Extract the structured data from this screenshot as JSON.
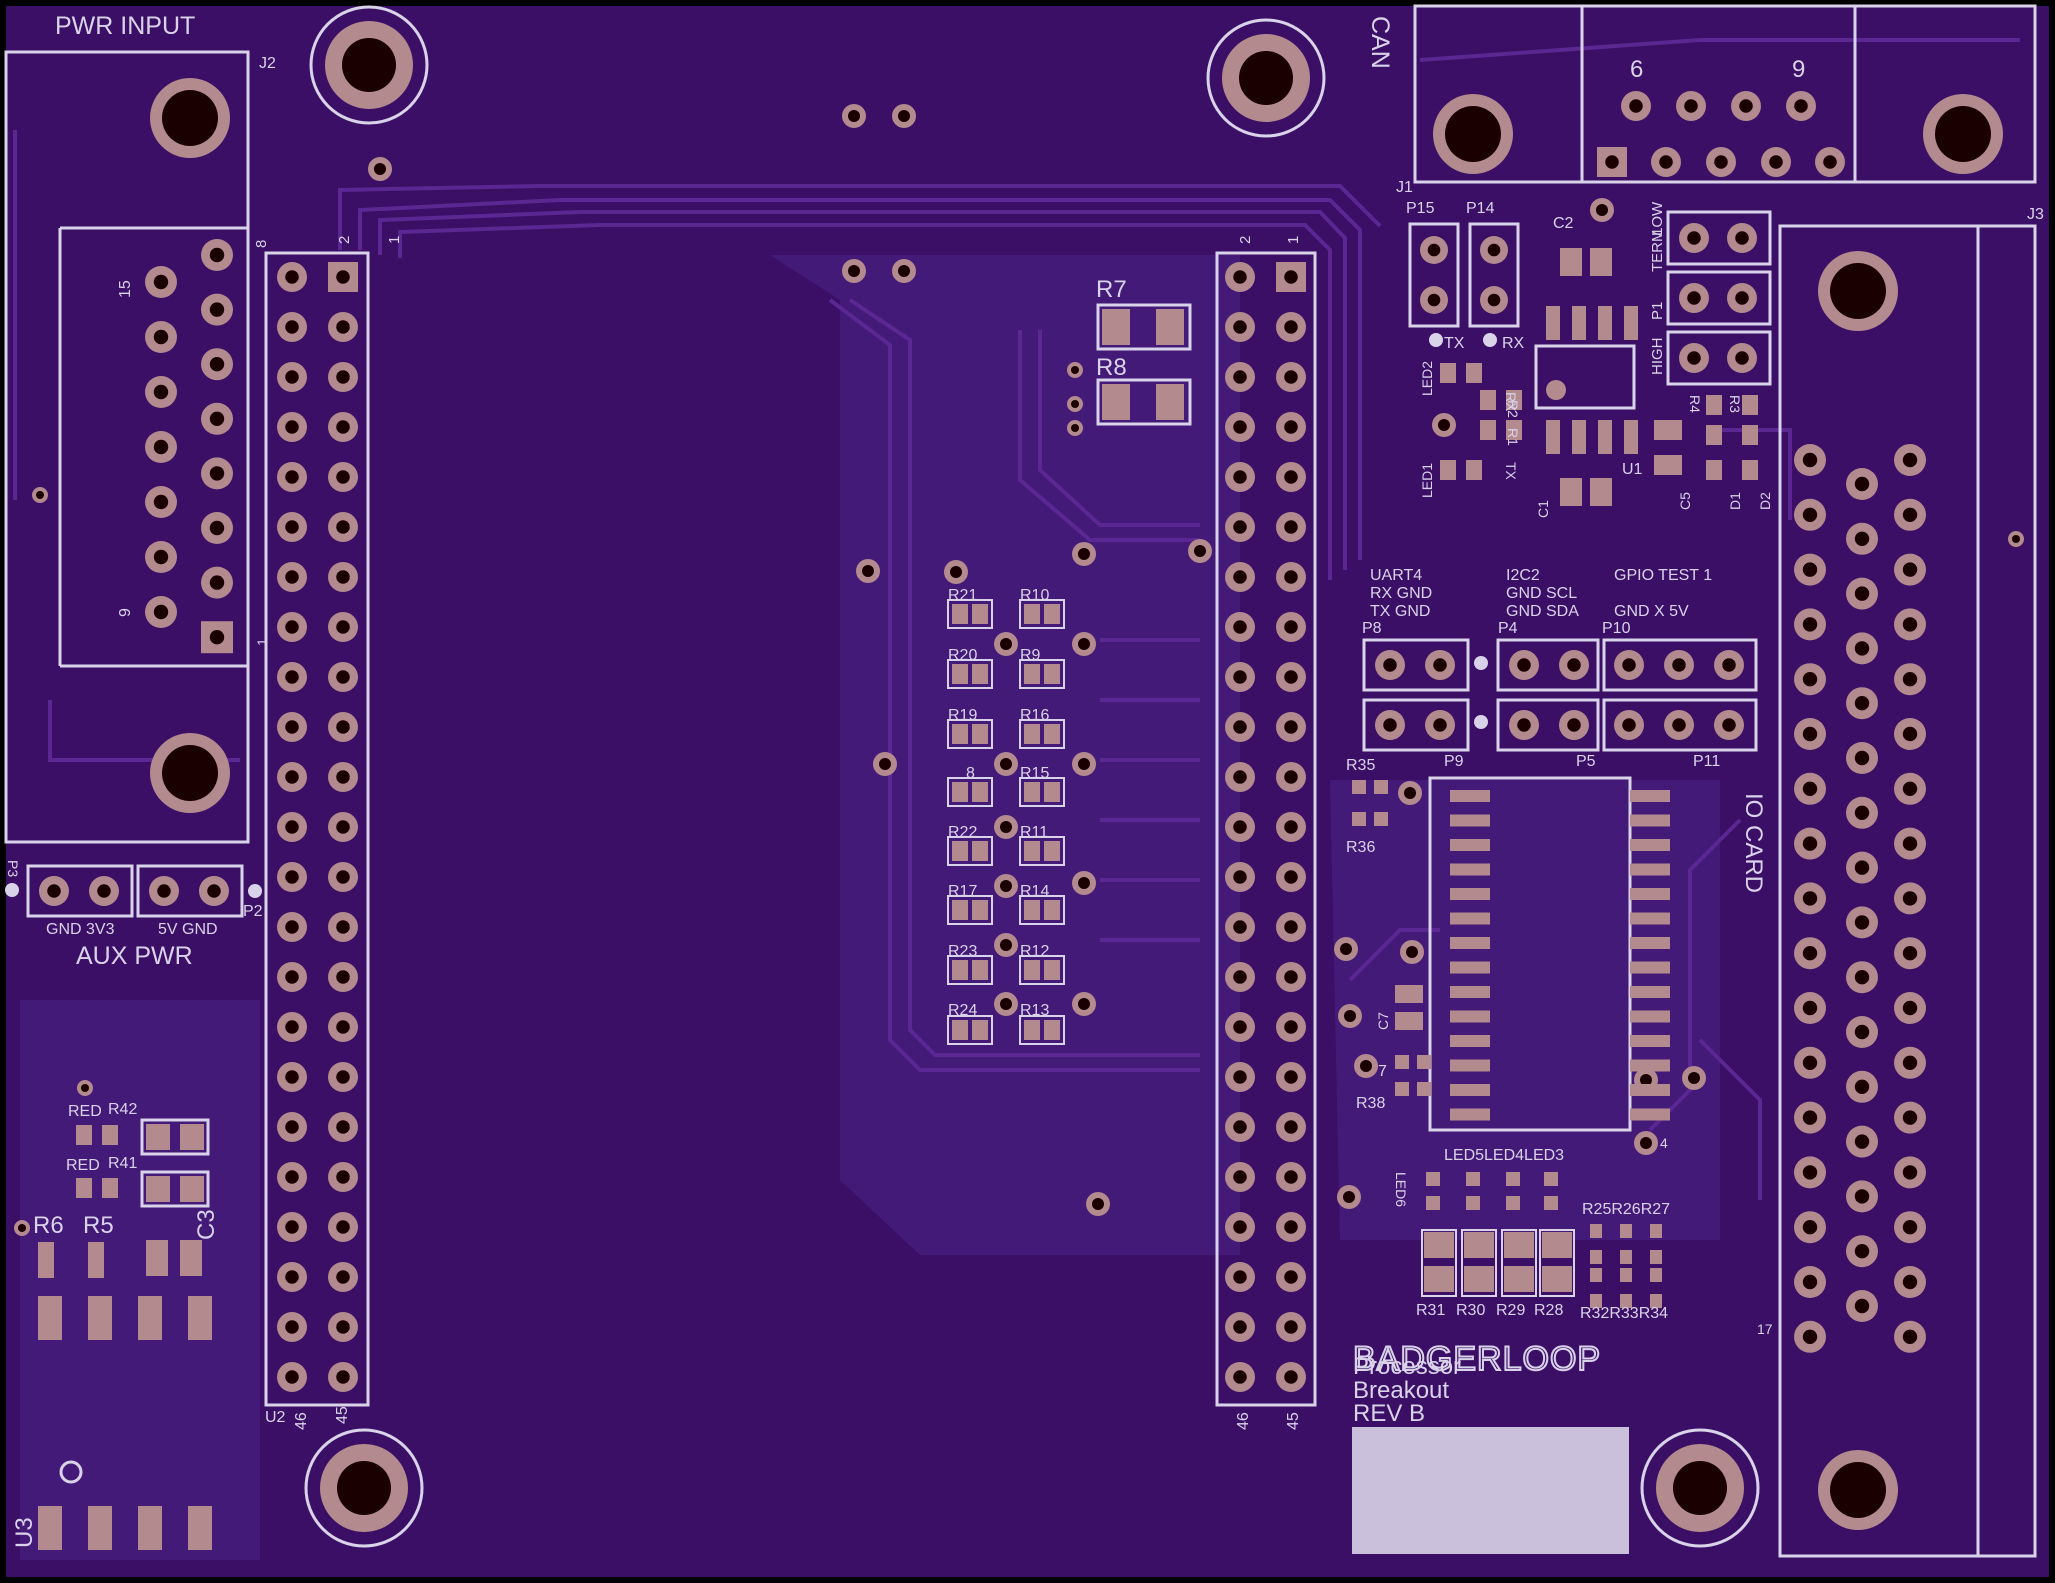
{
  "colors": {
    "board": "#3b0f66",
    "pour": "#441a78",
    "trace": "#5a2793",
    "silkscreen": "#d9d3ea",
    "pad": "#b38a8e",
    "drill": "#1a0000",
    "border": "#000000"
  },
  "labels": {
    "pwr_input": "PWR INPUT",
    "j2": "J2",
    "can": "CAN",
    "j1": "J1",
    "j3": "J3",
    "db9_6": "6",
    "db9_9": "9",
    "p15": "P15",
    "p14": "P14",
    "c2": "C2",
    "term": "TERM",
    "low": "LOW",
    "high": "HIGH",
    "p1": "P1",
    "tx": "TX",
    "rx": "RX",
    "led2": "LED2",
    "led1": "LED1",
    "r2": "R2",
    "r1": "R1",
    "u1": "U1",
    "c1": "C1",
    "c5": "C5",
    "d1": "D1",
    "d2": "D2",
    "r4": "R4",
    "r3": "R3",
    "r7": "R7",
    "r8": "R8",
    "j2_15": "15",
    "j2_9": "9",
    "j2_1": "1",
    "u2_pin8": "8",
    "u2_pin2": "2",
    "u2_pin1": "1",
    "u2": "U2",
    "u2_46": "46",
    "u2_45": "45",
    "mid_2": "2",
    "mid_1": "1",
    "mid_46": "46",
    "mid_45": "45",
    "p3": "P3",
    "p2": "P2",
    "gnd_3v3": "GND 3V3",
    "5v_gnd": "5V  GND",
    "aux_pwr": "AUX PWR",
    "red_a": "RED",
    "red_b": "RED",
    "r42": "R42",
    "r41": "R41",
    "r6": "R6",
    "r5": "R5",
    "c3": "C3",
    "u3": "U3",
    "io_card": "IO CARD",
    "pin17": "17",
    "uart4": "UART4",
    "uart4_rx_gnd": "RX    GND",
    "uart4_tx_gnd": "TX    GND",
    "i2c2": "I2C2",
    "i2c2_row1": "GND SCL",
    "i2c2_row2": "GND SDA",
    "gpio_test": "GPIO TEST 1",
    "gpio_row": "GND X 5V",
    "p8": "P8",
    "p4": "P4",
    "p10": "P10",
    "p9": "P9",
    "p5": "P5",
    "p11": "P11",
    "r35": "R35",
    "r36": "R36",
    "c7": "C7",
    "r37": "7",
    "r38": "R38",
    "ic_pin4": "4",
    "led_row": "LED5LED4LED3",
    "led6": "LED6",
    "r25_27": "R25R26R27",
    "r31": "R31",
    "r30": "R30",
    "r29": "R29",
    "r28": "R28",
    "r32_34": "R32R33R34",
    "logo": "BADGERLOOP",
    "title1": "Processor",
    "title2": "Breakout",
    "title3": "REV B",
    "res_grid": [
      [
        "R21",
        "R10"
      ],
      [
        "R20",
        "R9"
      ],
      [
        "R19",
        "R16"
      ],
      [
        "8",
        "R15"
      ],
      [
        "R22",
        "R11"
      ],
      [
        "R17",
        "R14"
      ],
      [
        "R23",
        "R12"
      ],
      [
        "R24",
        "R13"
      ]
    ]
  }
}
